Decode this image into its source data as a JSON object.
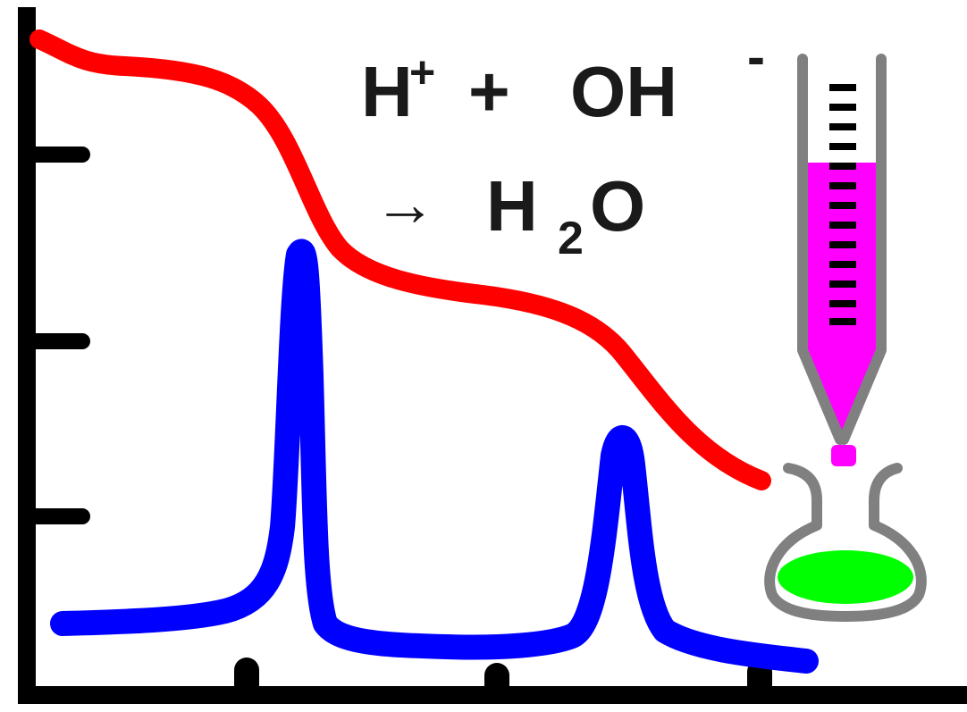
{
  "equation": {
    "h_ion": "H",
    "h_charge": "+",
    "plus": "+",
    "oh_ion": "OH",
    "oh_charge": "-",
    "arrow": "→",
    "water_h": "H",
    "water_subscript": "2",
    "water_o": "O"
  },
  "colors": {
    "axes": "#000000",
    "ph_curve": "#ff0000",
    "conductance_curve": "#0000ff",
    "burette_outline": "#808080",
    "titrant": "#ff00ff",
    "flask_solution": "#00ff00",
    "text": "#1a1a1a"
  },
  "icons": [
    "burette-icon",
    "titrant-drop-icon",
    "erlenmeyer-flask-icon"
  ]
}
